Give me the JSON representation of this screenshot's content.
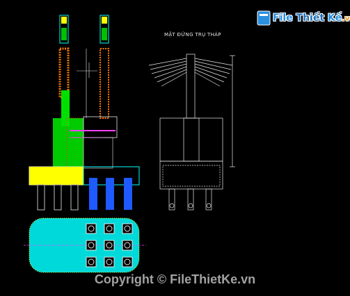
{
  "logo": {
    "word1": "File",
    "word2": "Thiết",
    "word3": "Kế",
    "tld": ".vn",
    "icon": "folder-logo-icon"
  },
  "drawing": {
    "title": "MẶT ĐỨNG TRỤ THÁP"
  },
  "watermark": {
    "text": "Copyright © FileThietKe.vn"
  },
  "colors": {
    "background": "#000000",
    "green": "#00e000",
    "cyan": "#00ffff",
    "yellow": "#ffff00",
    "blue": "#1e5aff",
    "red": "#ff3030",
    "orange": "#ff7a00",
    "magenta": "#ff40ff",
    "white": "#e8e8e8"
  }
}
